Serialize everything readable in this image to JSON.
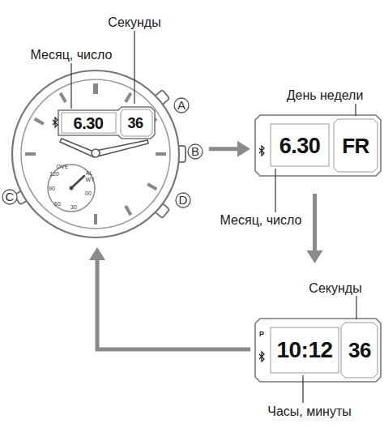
{
  "diagram": {
    "nodes": [
      {
        "text": [
          "6.30",
          "36"
        ]
      },
      {
        "text": [
          "6.30",
          "FR"
        ]
      },
      {
        "text": [
          "10:12",
          "36"
        ]
      }
    ],
    "edges": [
      {
        "from": 0,
        "to": 1,
        "arrow": "to"
      },
      {
        "from": 1,
        "to": 2,
        "arrow": "to"
      },
      {
        "from": 2,
        "to": 0,
        "arrow": "to"
      }
    ],
    "labels": [
      "Секунды",
      "Месяц, число",
      "A",
      "B",
      "C",
      "D",
      "OVE",
      "120",
      "90",
      "60",
      "30",
      "00",
      "AL",
      "WT",
      "День недели",
      "Месяц, число",
      "Секунды",
      "P",
      "Часы, минуты"
    ]
  }
}
